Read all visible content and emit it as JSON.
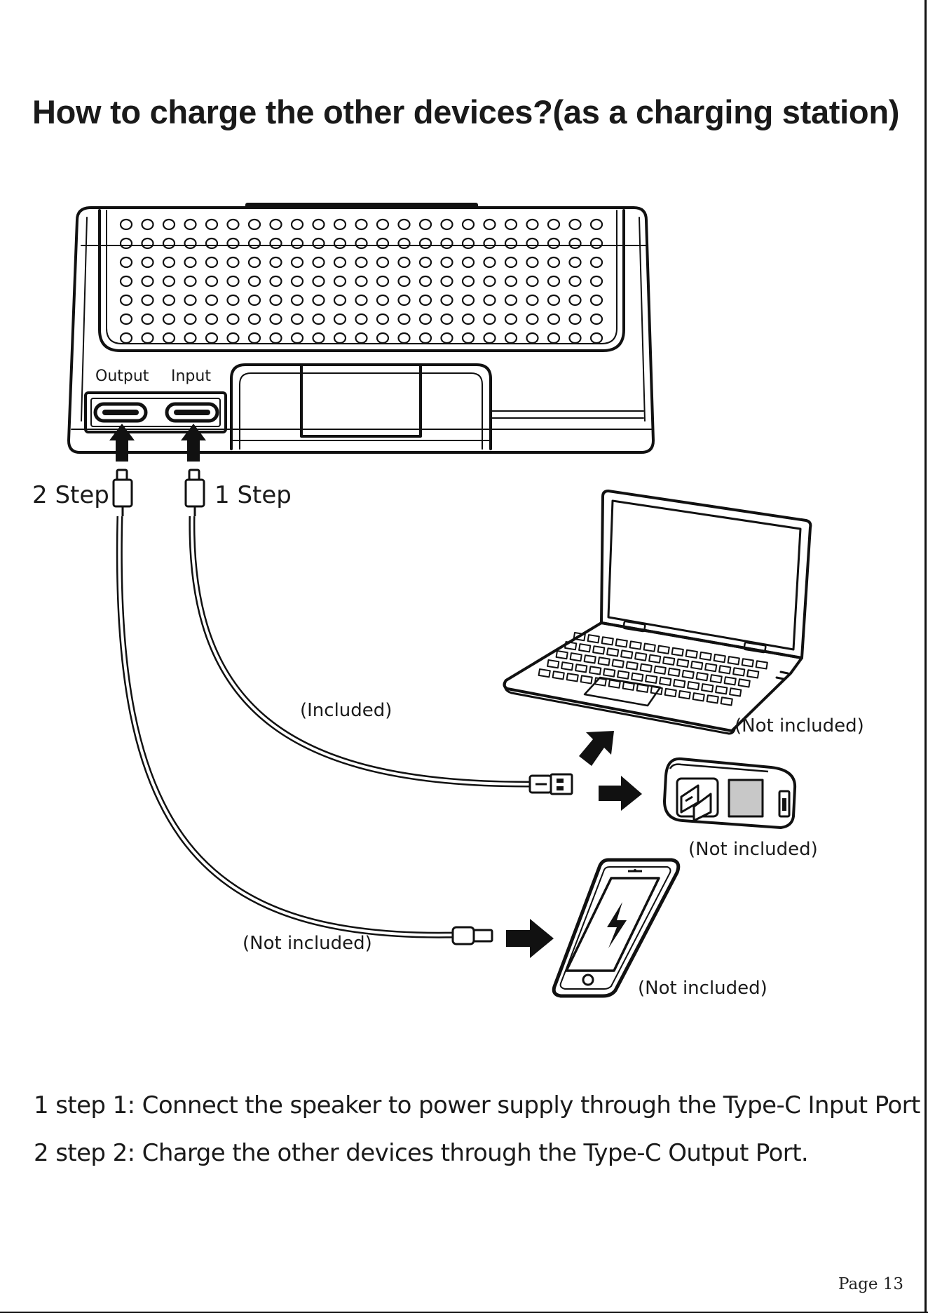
{
  "title": "How to charge the other devices?(as a charging station)",
  "ports": {
    "output_label": "Output",
    "input_label": "Input"
  },
  "steps": {
    "step2_label": "2 Step",
    "step1_label": "1 Step"
  },
  "notes": {
    "included": "(Included)",
    "laptop_not_included": "(Not included)",
    "adapter_not_included": "(Not included)",
    "cable_not_included": "(Not included)",
    "phone_not_included": "(Not included)"
  },
  "instructions": [
    "1 step 1: Connect the speaker to power supply through the Type-C Input Port .",
    "2 step 2: Charge the other devices through the Type-C Output Port."
  ],
  "page_number": "Page 13",
  "icons": [
    "speaker-illustration",
    "arrow-up-icon",
    "arrow-right-icon",
    "usb-c-plug-icon",
    "usb-a-plug-icon",
    "laptop-illustration",
    "wall-adapter-illustration",
    "smartphone-illustration",
    "lightning-bolt-icon"
  ]
}
